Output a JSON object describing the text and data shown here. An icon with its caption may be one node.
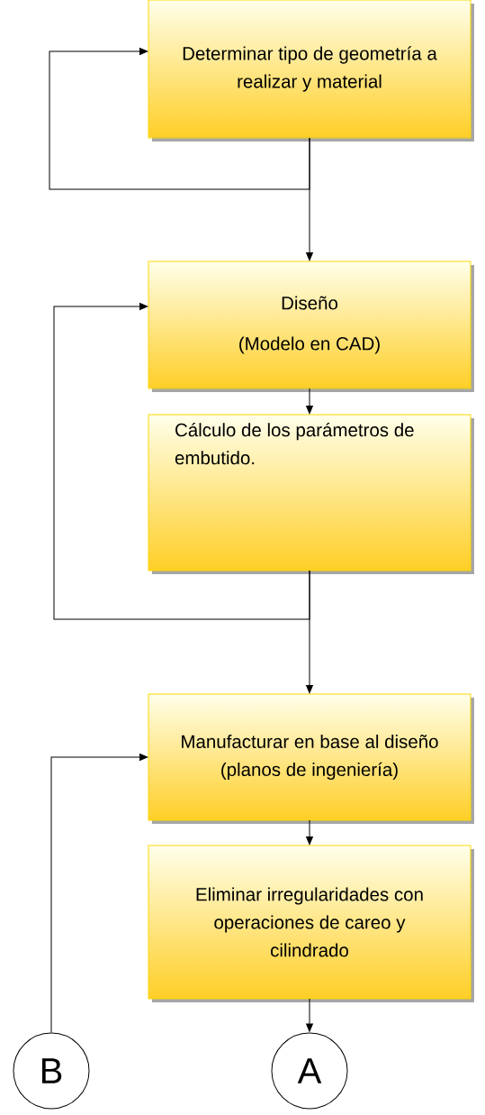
{
  "diagram": {
    "nodes": [
      {
        "text": [
          "Determinar tipo de geometría a realizar y material"
        ]
      },
      {
        "text": [
          "Diseño",
          "(Modelo en CAD)"
        ]
      },
      {
        "text": [
          "Cálculo de los parámetros de embutido."
        ]
      },
      {
        "text": [
          "Manufacturar en base al diseño (planos de ingeniería)"
        ]
      },
      {
        "text": [
          "Eliminar irregularidades con operaciones de careo y cilindrado"
        ]
      },
      {
        "text": [
          "B"
        ]
      },
      {
        "text": [
          "A"
        ]
      }
    ],
    "edges": [
      {
        "from": 0,
        "to": 1,
        "arrow": "to"
      },
      {
        "from": 0,
        "to": 0,
        "arrow": "to"
      },
      {
        "from": 1,
        "to": 2,
        "arrow": "to"
      },
      {
        "from": 2,
        "to": 1,
        "arrow": "to"
      },
      {
        "from": 2,
        "to": 3,
        "arrow": "to"
      },
      {
        "from": 3,
        "to": 4,
        "arrow": "to"
      },
      {
        "from": 4,
        "to": 6,
        "arrow": "to"
      },
      {
        "from": 5,
        "to": 3,
        "arrow": "to"
      }
    ]
  }
}
